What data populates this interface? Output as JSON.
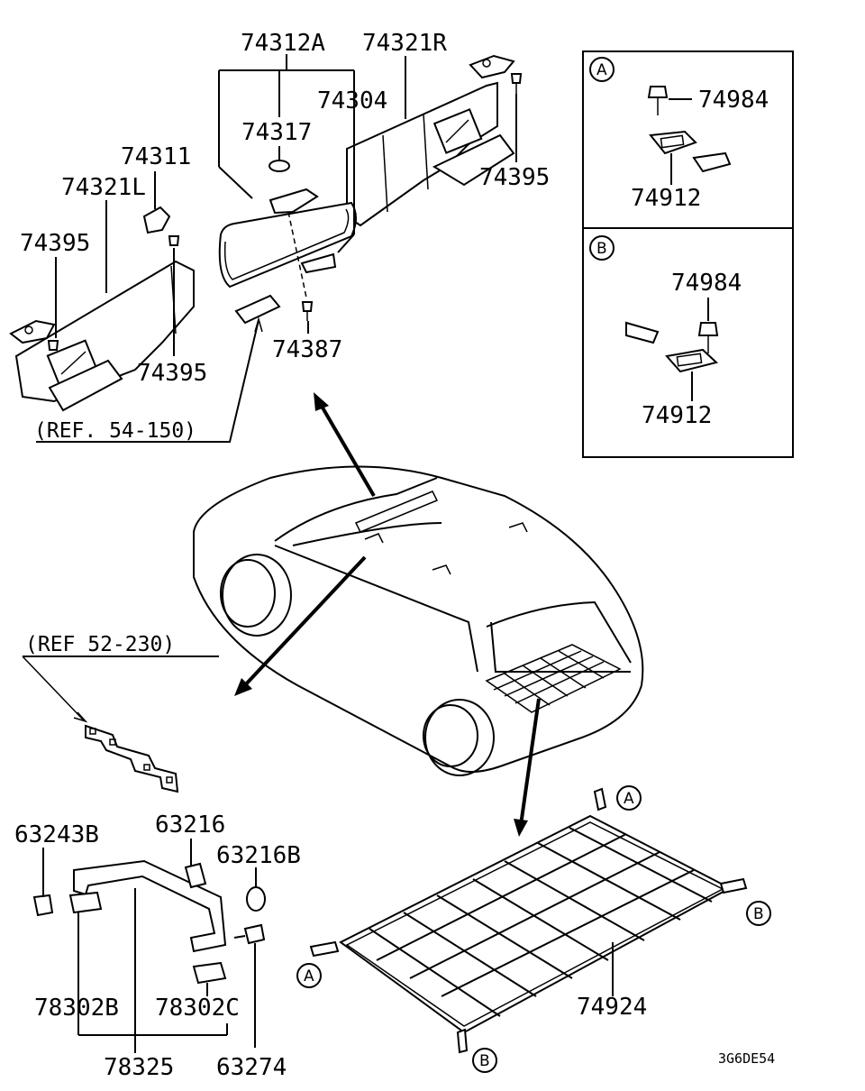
{
  "parts": {
    "p74312A": "74312A",
    "p74321R": "74321R",
    "p74304": "74304",
    "p74317": "74317",
    "p74311": "74311",
    "p74321L": "74321L",
    "p74395_left": "74395",
    "p74395_mid": "74395",
    "p74395_right": "74395",
    "p74387": "74387",
    "p74984_a": "74984",
    "p74912_a": "74912",
    "p74984_b": "74984",
    "p74912_b": "74912",
    "p63243B": "63243B",
    "p63216": "63216",
    "p63216B": "63216B",
    "p78302B": "78302B",
    "p78302C": "78302C",
    "p78325": "78325",
    "p63274": "63274",
    "p74924": "74924"
  },
  "refs": {
    "ref_54_150": "(REF. 54-150)",
    "ref_52_230": "(REF 52-230)"
  },
  "callouts": {
    "a": "A",
    "b": "B"
  },
  "diagram_code": "3G6DE54"
}
